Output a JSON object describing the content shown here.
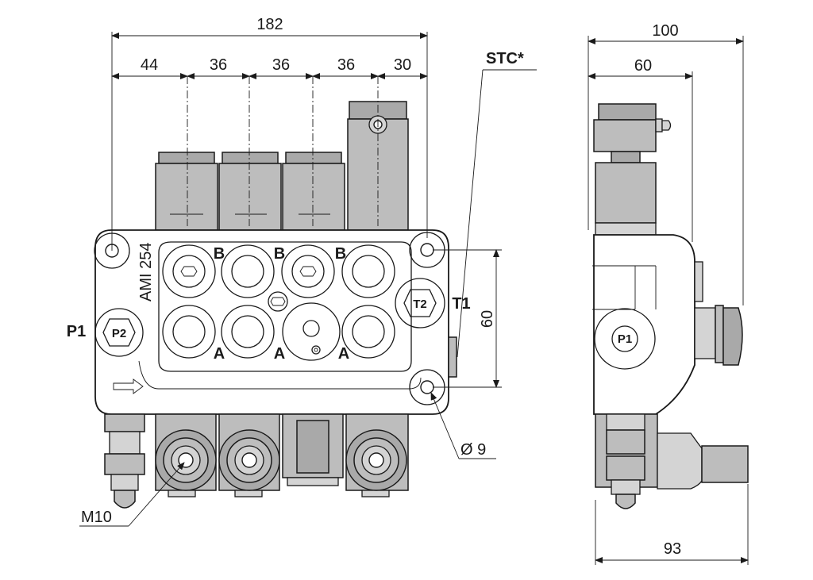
{
  "dimensions": {
    "overall_width": "182",
    "section_1": "44",
    "section_2": "36",
    "section_3": "36",
    "section_4": "36",
    "section_5": "30",
    "side_overall": "100",
    "side_body": "60",
    "bottom_width": "93",
    "mount_spacing": "60",
    "hole_diameter": "Ø 9",
    "thread": "M10"
  },
  "labels": {
    "model": "AMI 254",
    "stc": "STC*",
    "port_p1": "P1",
    "port_t1": "T1",
    "port_b": "B",
    "port_a": "A",
    "circle_p2": "P2",
    "circle_t2": "T2",
    "circle_p1_side": "P1"
  }
}
